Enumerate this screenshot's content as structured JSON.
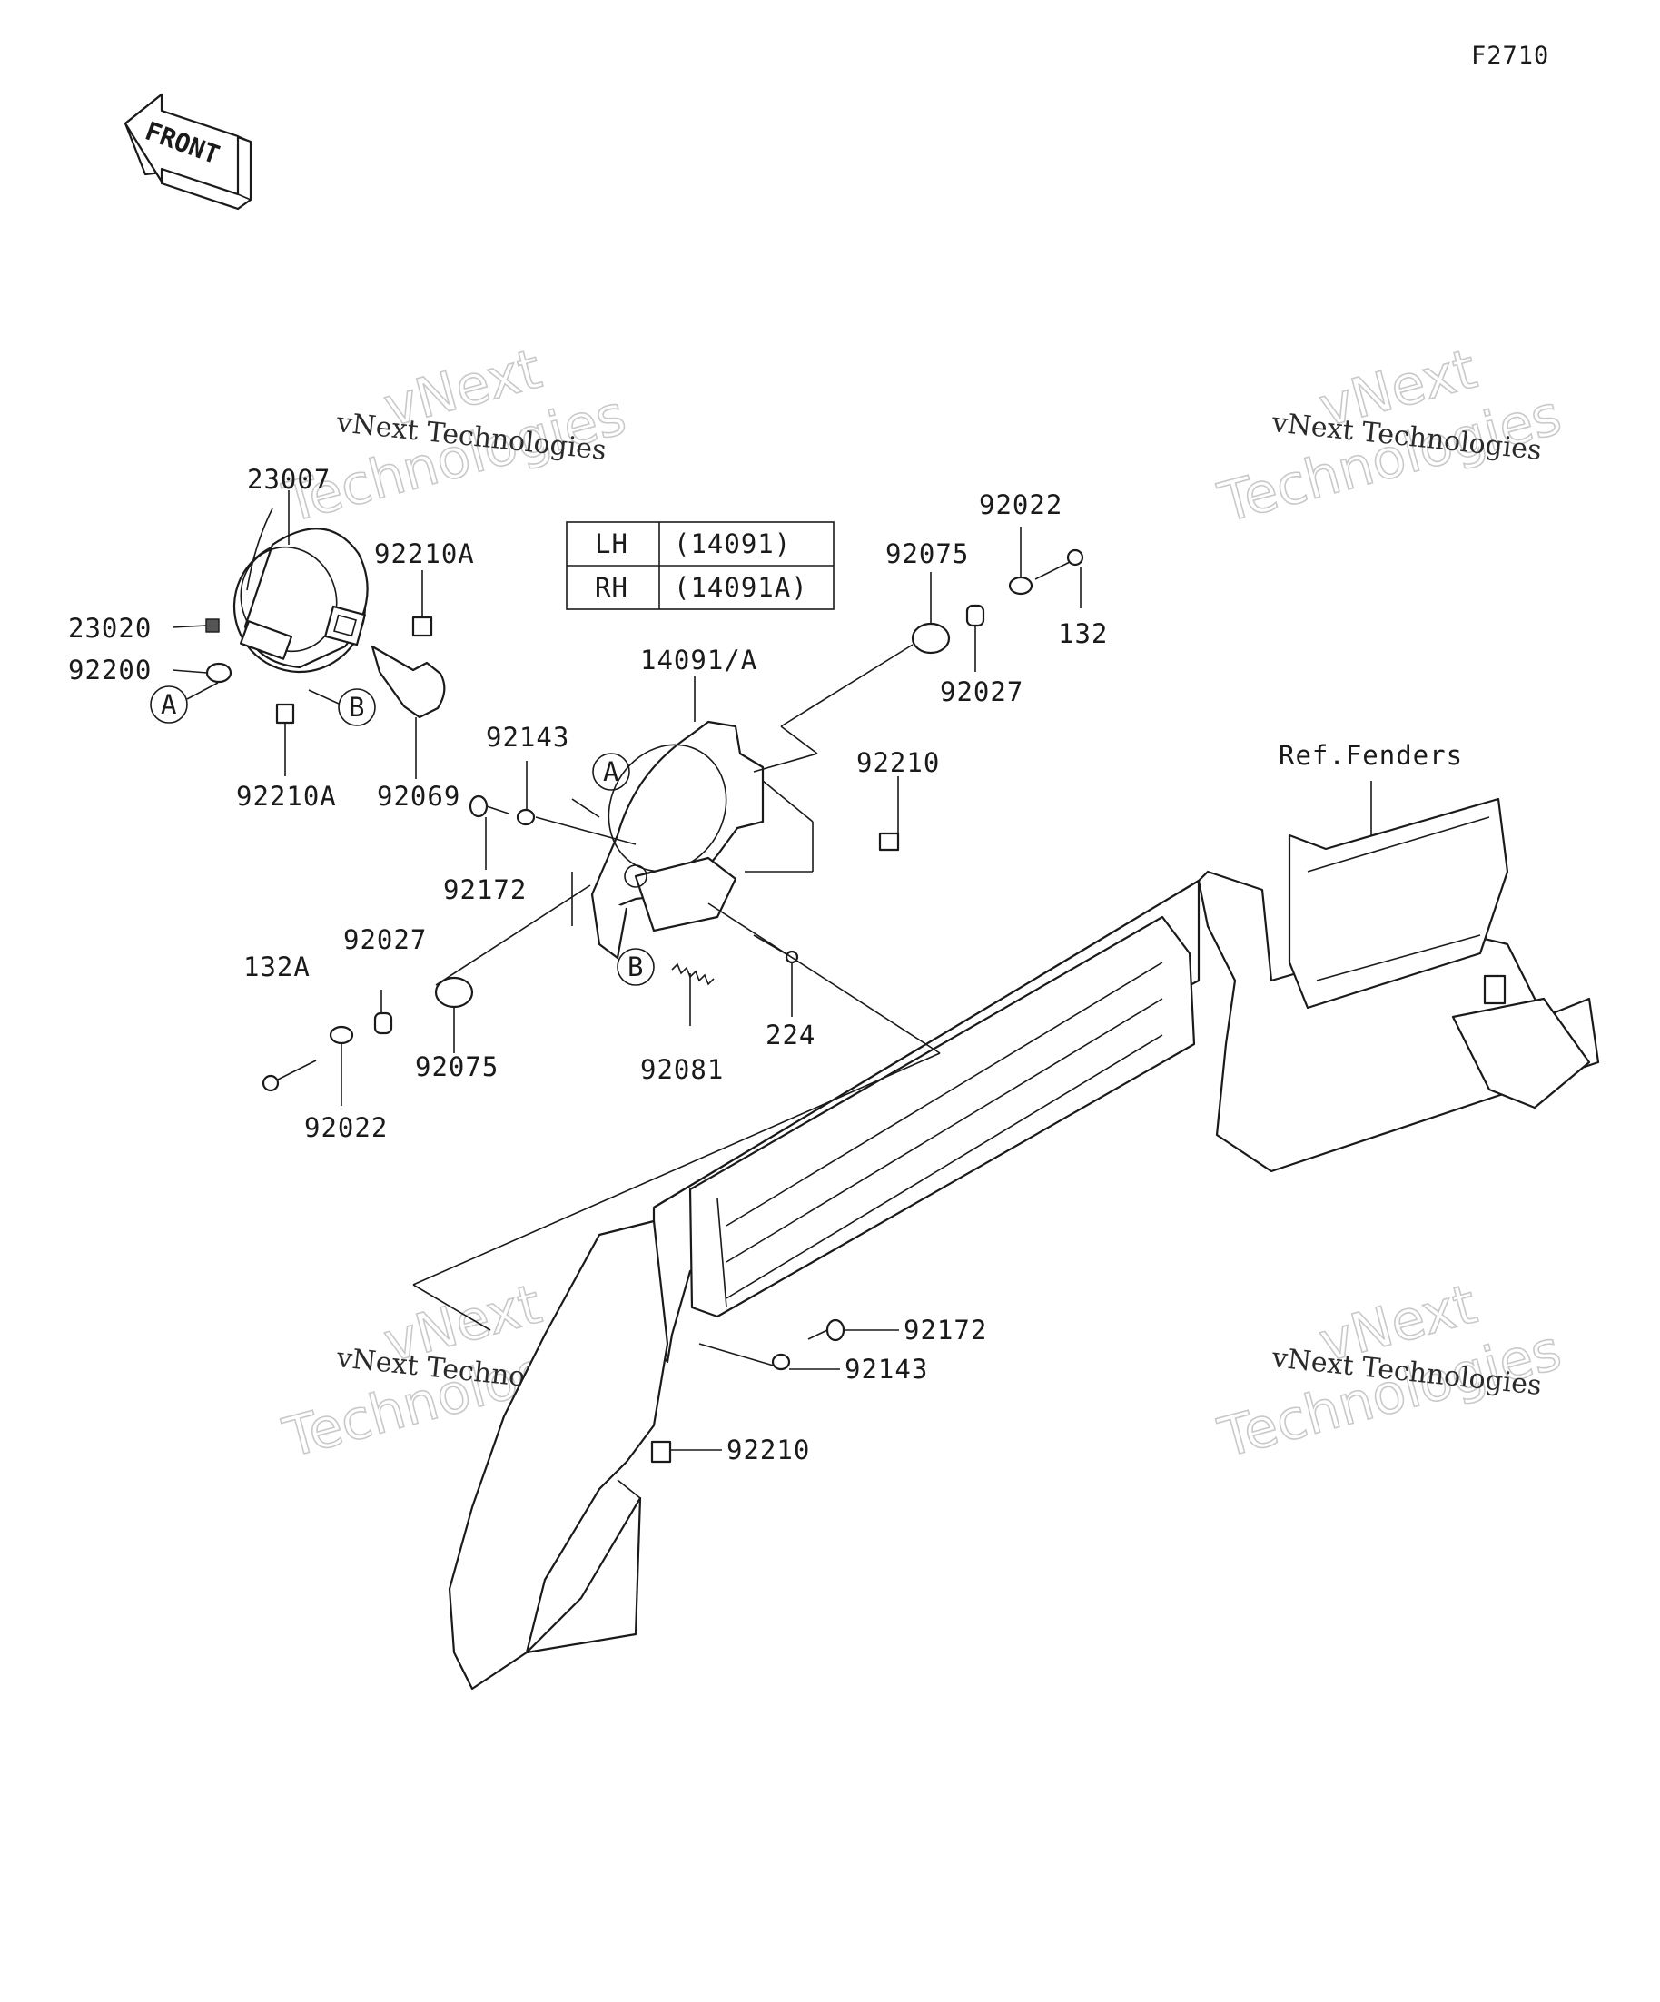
{
  "diagram": {
    "code": "F2710",
    "front_label": "FRONT",
    "table": [
      {
        "side": "LH",
        "part": "(14091)"
      },
      {
        "side": "RH",
        "part": "(14091A)"
      }
    ],
    "callouts": {
      "p23007": "23007",
      "p23020": "23020",
      "p92200": "92200",
      "p92210A_top": "92210A",
      "p92210A_bottom": "92210A",
      "p92069": "92069",
      "p14091A": "14091/A",
      "p92143_upper": "92143",
      "p92172_upper": "92172",
      "p92027_left": "92027",
      "p132A": "132A",
      "p92075_left": "92075",
      "p92022_left": "92022",
      "p92081": "92081",
      "p224": "224",
      "p92075_right": "92075",
      "p92022_right": "92022",
      "p132": "132",
      "p92027_right": "92027",
      "p92210_upper": "92210",
      "ref_fenders": "Ref.Fenders",
      "p92172_lower": "92172",
      "p92143_lower": "92143",
      "p92210_lower": "92210"
    },
    "refs": {
      "a1": "A",
      "b1": "B",
      "a2": "A",
      "b2": "B"
    },
    "watermarks": [
      {
        "line1": "vNext Technologies",
        "logo1": "vNext",
        "logo2": "Technologies"
      },
      {
        "line1": "vNext Technologies",
        "logo1": "vNext",
        "logo2": "Technologies"
      },
      {
        "line1": "vNext Technologies",
        "logo1": "vNext",
        "logo2": "Technologies"
      },
      {
        "line1": "vNext Technologies",
        "logo1": "vNext",
        "logo2": "Technologies"
      }
    ]
  }
}
